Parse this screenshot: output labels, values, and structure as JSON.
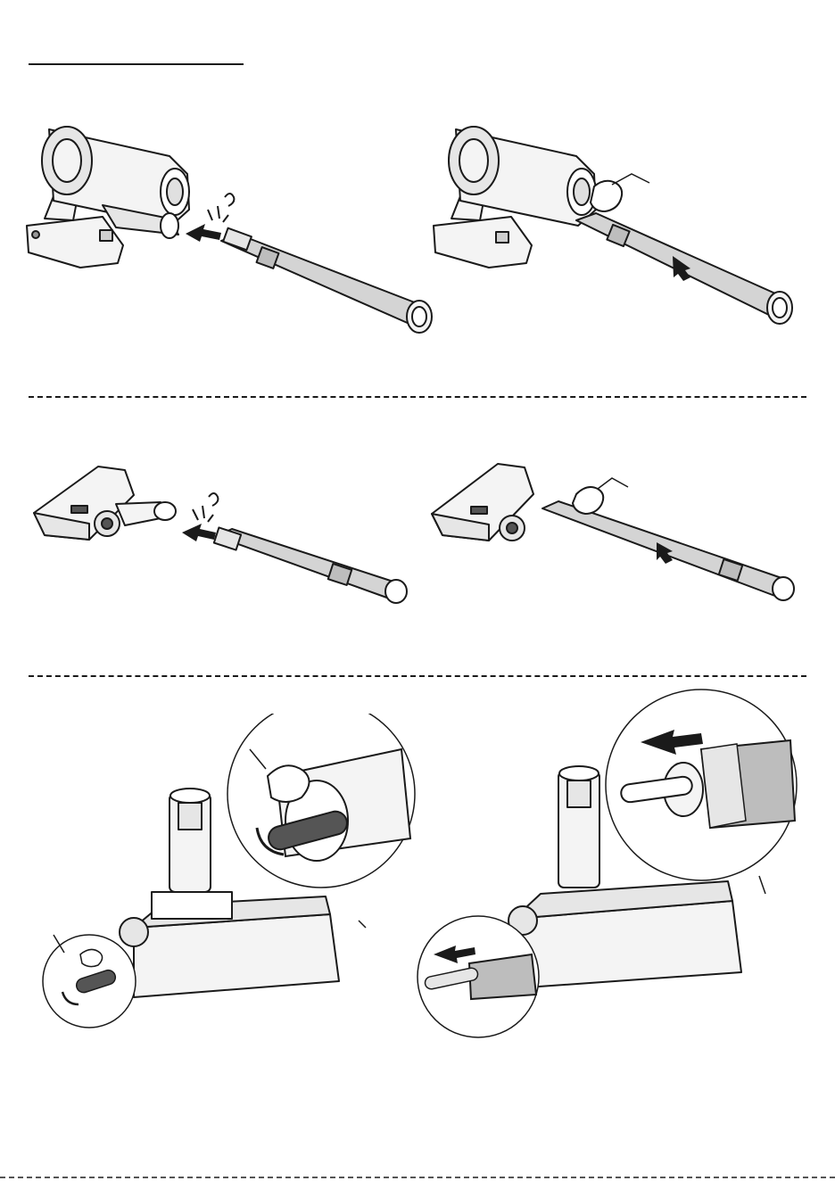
{
  "document": {
    "type": "instruction-manual-page",
    "sections": [
      {
        "id": "attach-tube-to-handheld",
        "steps": [
          "insert-with-click",
          "press-release-and-pull"
        ]
      },
      {
        "id": "attach-tube-to-floor-head",
        "steps": [
          "insert-with-click",
          "press-release-and-pull"
        ]
      },
      {
        "id": "brushroll-removal",
        "steps": [
          "press-and-rotate-cap",
          "pull-out-brushroll"
        ]
      }
    ]
  },
  "colors": {
    "line": "#1a1a1a",
    "body": "#f4f4f4",
    "tube": "#d4d4d4",
    "dark": "#555555",
    "brush": "#bdbdbd"
  },
  "icons": [
    "click-sound-icon",
    "push-arrow-icon",
    "hand-press-icon",
    "rotate-arrow-icon",
    "pull-arrow-icon",
    "callout-magnifier-icon"
  ]
}
